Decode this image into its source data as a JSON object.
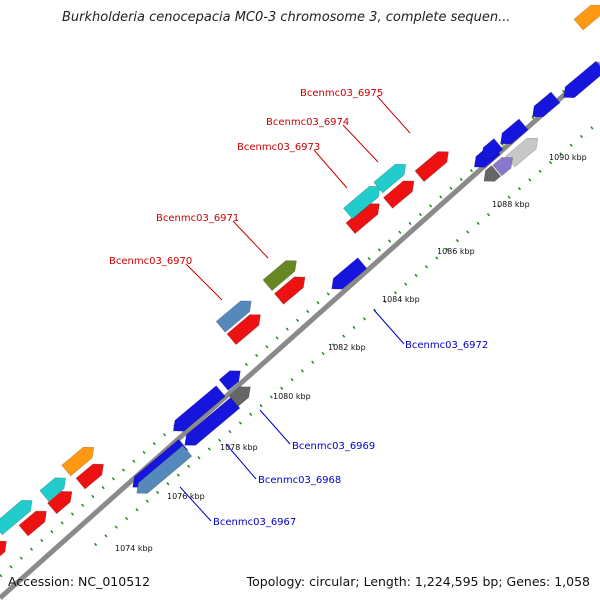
{
  "title": "Burkholderia cenocepacia MC0-3 chromosome 3, complete sequen...",
  "footer": {
    "accession": "Accession: NC_010512",
    "summary": "Topology: circular; Length: 1,224,595 bp; Genes: 1,058"
  },
  "colors": {
    "backbone": "#8a8a8a",
    "grid_dots": "#1a8a1a",
    "top_label": "#cc0000",
    "bottom_label": "#0000cc",
    "gene_red": "#ee1111",
    "gene_cyan": "#22cccc",
    "gene_blue": "#1515dd",
    "gene_steel": "#5588bb",
    "gene_olive": "#668822",
    "gene_orange": "#ff9911",
    "gene_grey": "#666666",
    "gene_lightgrey": "#c8c8c8",
    "gene_purple": "#8877cc"
  },
  "ticks": [
    "1074 kbp",
    "1076 kbp",
    "1078 kbp",
    "1080 kbp",
    "1082 kbp",
    "1084 kbp",
    "1086 kbp",
    "1088 kbp",
    "1090 kbp"
  ],
  "top_labels": [
    "Bcenmc03_6975",
    "Bcenmc03_6974",
    "Bcenmc03_6973",
    "Bcenmc03_6971",
    "Bcenmc03_6970"
  ],
  "bottom_labels": [
    "Bcenmc03_6972",
    "Bcenmc03_6969",
    "Bcenmc03_6968",
    "Bcenmc03_6967"
  ]
}
